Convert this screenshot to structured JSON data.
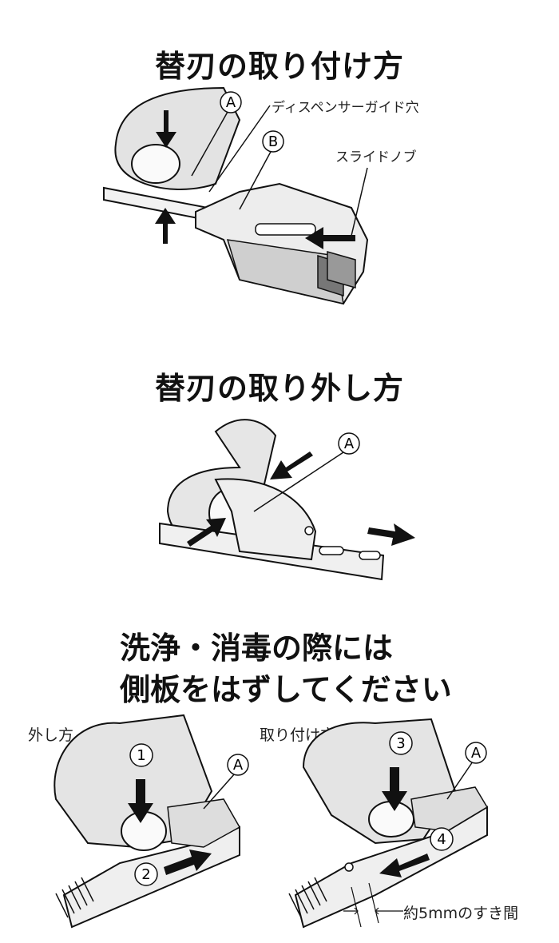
{
  "section1": {
    "title": "替刃の取り付け方",
    "label_dispenser": "ディスペンサーガイド穴",
    "label_slide": "スライドノブ",
    "marker_a": "A",
    "marker_b": "B"
  },
  "section2": {
    "title": "替刃の取り外し方",
    "marker_a": "A"
  },
  "section3": {
    "title_line1": "洗浄・消毒の際には",
    "title_line2": "側板をはずしてください",
    "left_caption": "外し方",
    "right_caption": "取り付け方",
    "step1": "1",
    "step2": "2",
    "step3": "3",
    "step4": "4",
    "marker_a": "A",
    "gap_label": "約5mmのすき間"
  }
}
